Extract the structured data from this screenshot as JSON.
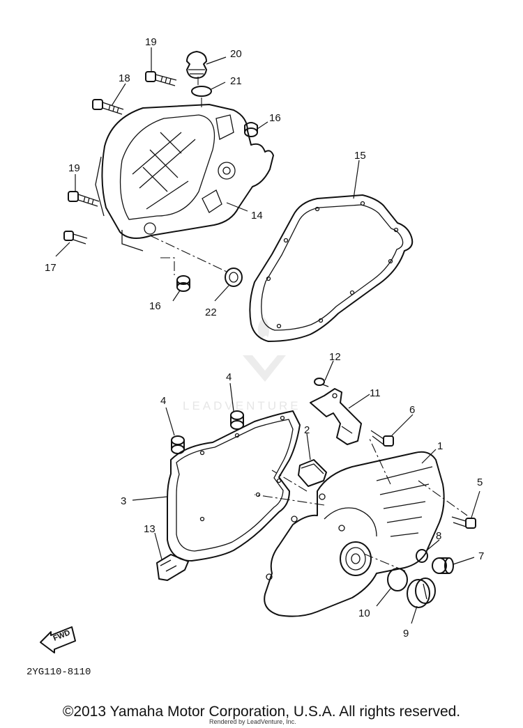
{
  "diagram": {
    "watermark": "LEADVENTURE",
    "fwd_label": "FWD",
    "diagram_code": "2YG110-8110",
    "callouts": [
      "1",
      "2",
      "3",
      "4",
      "4",
      "5",
      "6",
      "7",
      "8",
      "9",
      "10",
      "11",
      "12",
      "13",
      "14",
      "15",
      "16",
      "16",
      "17",
      "18",
      "19",
      "19",
      "20",
      "21",
      "22"
    ]
  },
  "footer": {
    "copyright": "©2013 Yamaha Motor Corporation, U.S.A. All rights reserved.",
    "rendered_by": "Rendered by LeadVenture, Inc."
  }
}
